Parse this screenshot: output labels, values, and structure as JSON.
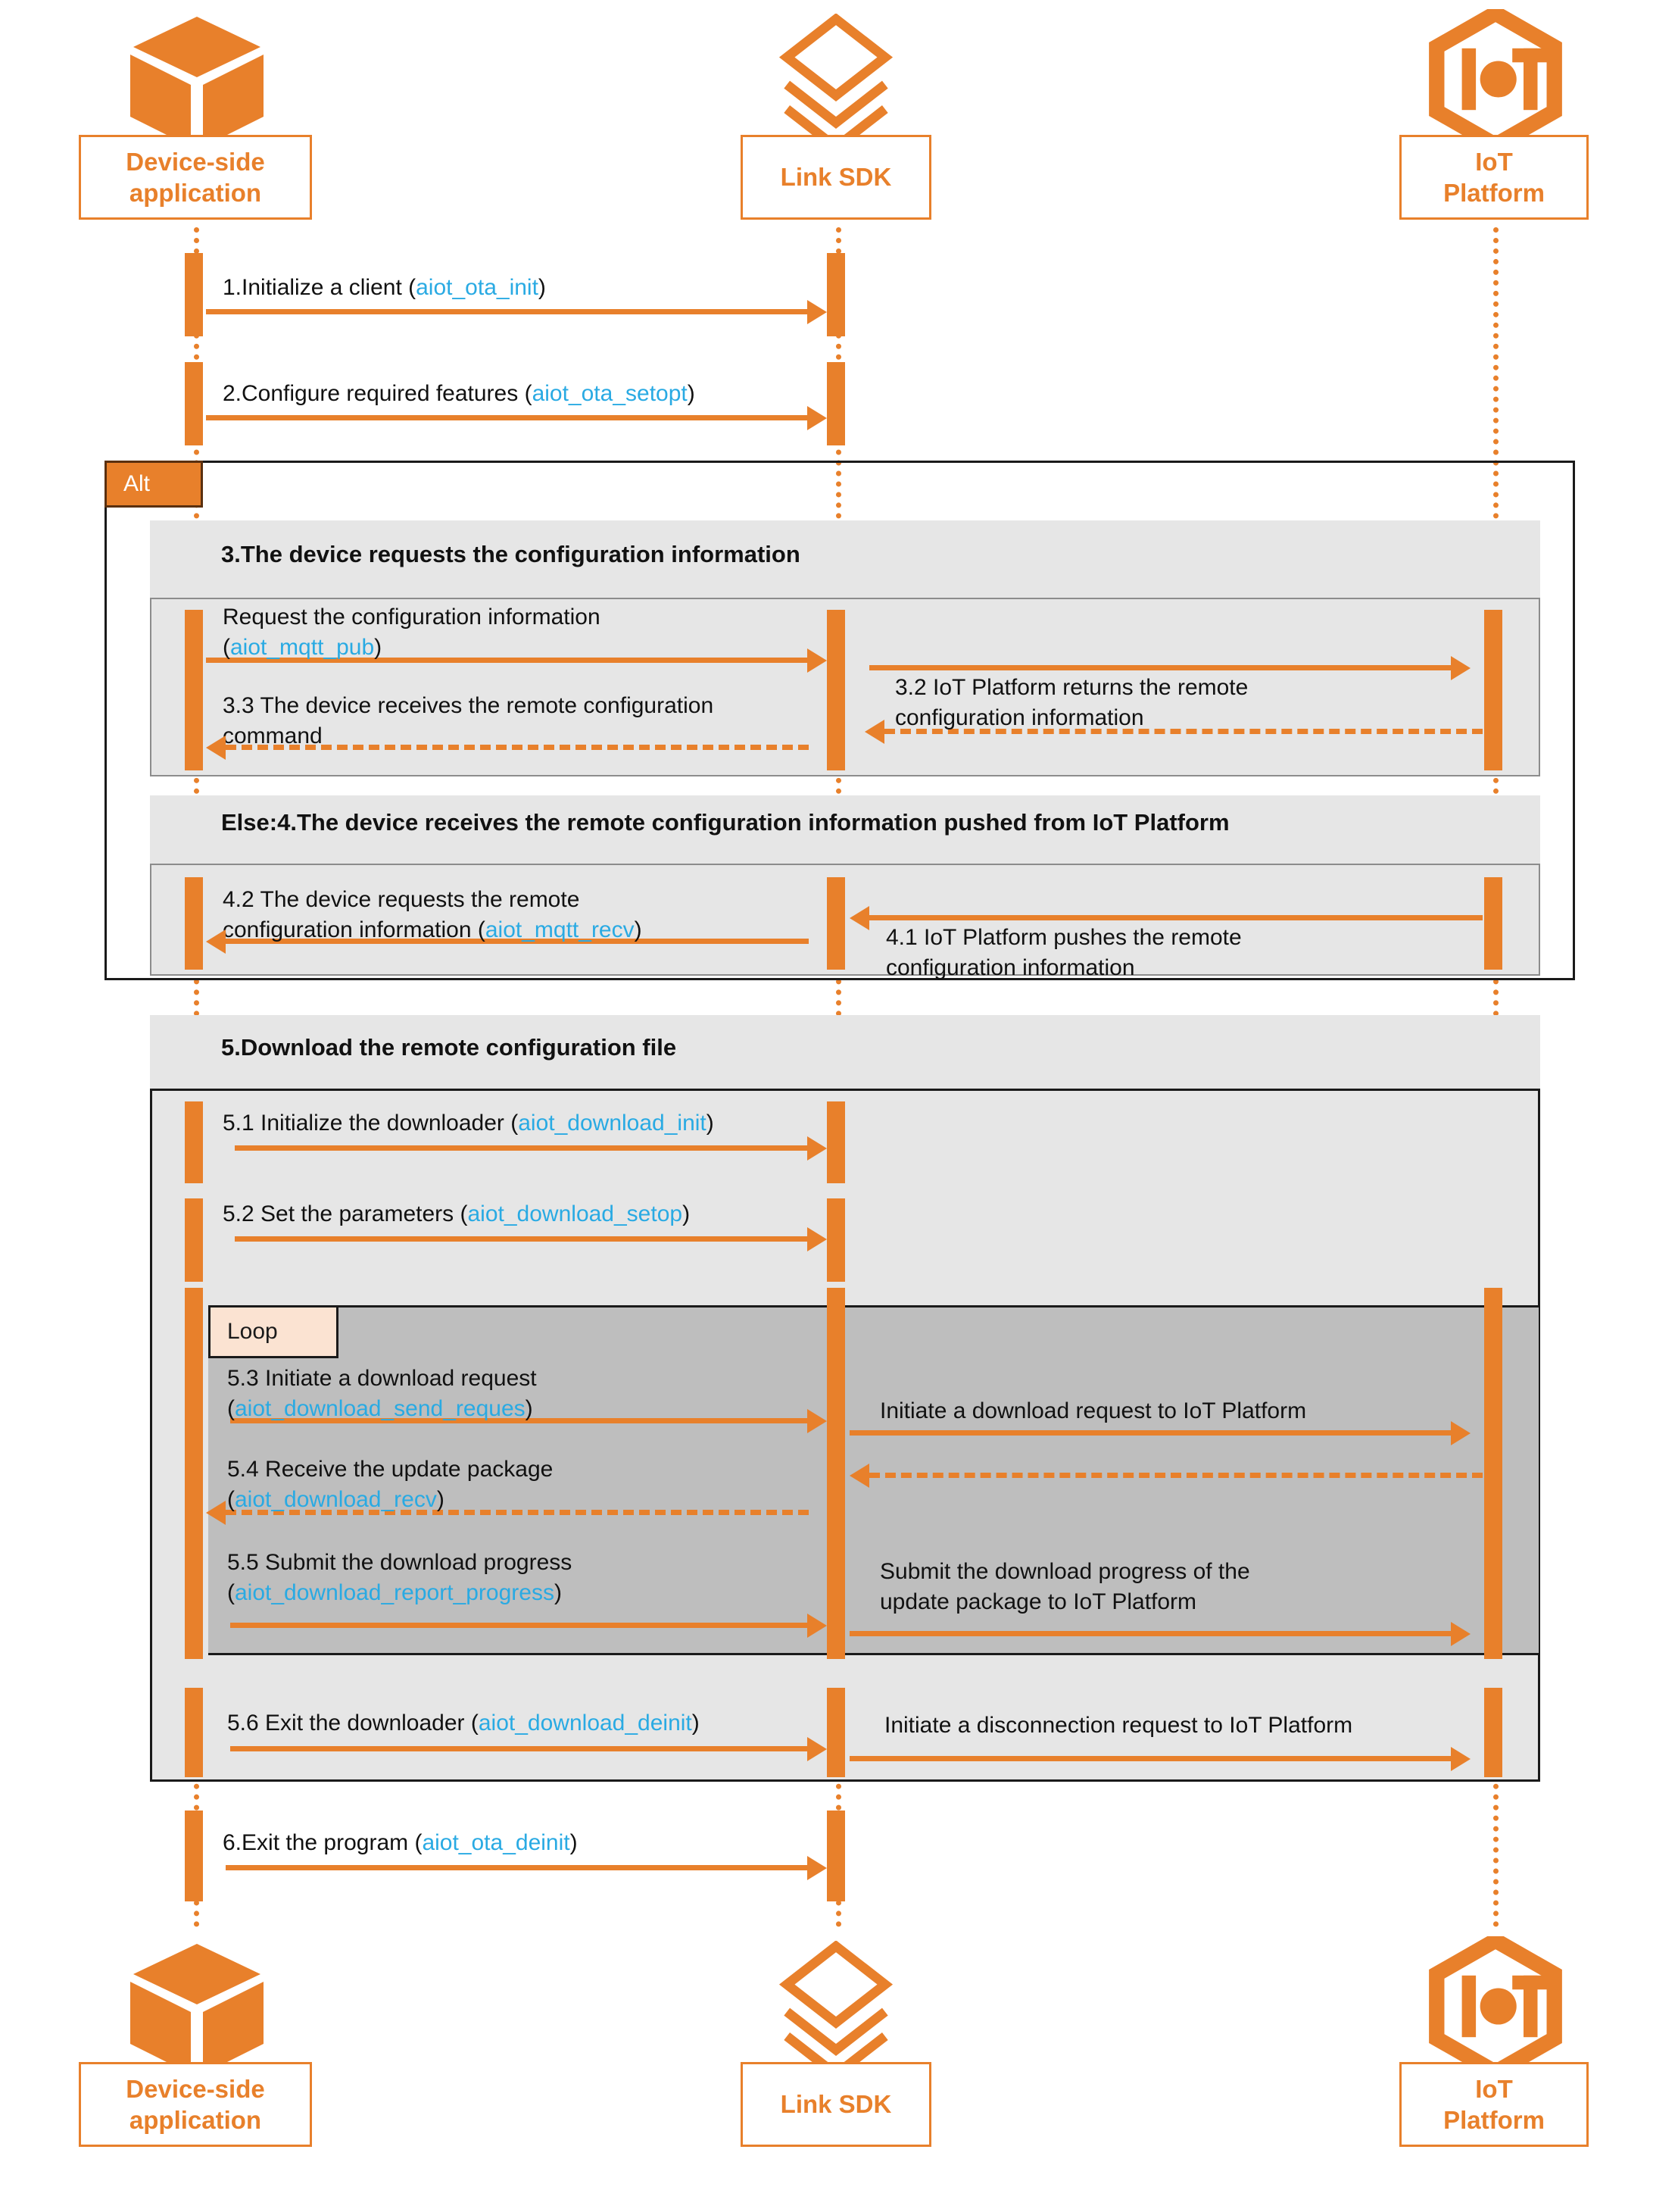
{
  "diagram": {
    "title": "IoT remote configuration OTA sequence diagram",
    "accent_color": "#E8802B",
    "function_color": "#29AAE3",
    "panel_color": "#E6E6E6",
    "loop_panel_color": "#BEBEBE",
    "loop_label_bg": "#FBE3D2"
  },
  "actors": [
    {
      "id": "device",
      "label": "Device-side\napplication",
      "line1": "Device-side",
      "line2": "application",
      "icon": "cube-icon"
    },
    {
      "id": "sdk",
      "label": "Link SDK",
      "line1": "Link SDK",
      "line2": "",
      "icon": "layers-icon"
    },
    {
      "id": "platform",
      "label": "IoT\nPlatform",
      "line1": "IoT",
      "line2": "Platform",
      "icon": "iot-hexagon-icon"
    }
  ],
  "messages": {
    "m1": {
      "text_prefix": "1.Initialize a client (",
      "fn": "aiot_ota_init",
      "text_suffix": ")"
    },
    "m2": {
      "text_prefix": "2.Configure required features (",
      "fn": "aiot_ota_setopt",
      "text_suffix": ")"
    },
    "m3_1_line1": {
      "text": "Request the configuration information"
    },
    "m3_1_line2": {
      "text_prefix": "(",
      "fn": "aiot_mqtt_pub",
      "text_suffix": ")"
    },
    "m3_2_line1": {
      "text": "3.2 IoT Platform returns the remote"
    },
    "m3_2_line2": {
      "text": "configuration information"
    },
    "m3_3_line1": {
      "text": "3.3 The device receives the remote configuration"
    },
    "m3_3_line2": {
      "text": "command"
    },
    "m4_1_line1": {
      "text": "4.1 IoT Platform pushes the remote"
    },
    "m4_1_line2": {
      "text": "configuration information"
    },
    "m4_2_line1": {
      "text": "4.2 The device requests the remote"
    },
    "m4_2_line2": {
      "text_prefix": "configuration information (",
      "fn": "aiot_mqtt_recv",
      "text_suffix": ")"
    },
    "m5_1": {
      "text_prefix": "5.1 Initialize the downloader (",
      "fn": "aiot_download_init",
      "text_suffix": ")"
    },
    "m5_2": {
      "text_prefix": "5.2 Set the parameters (",
      "fn": "aiot_download_setop",
      "text_suffix": ")"
    },
    "m5_3_line1": {
      "text": "5.3 Initiate a download request"
    },
    "m5_3_line2": {
      "text_prefix": "(",
      "fn": "aiot_download_send_reques",
      "text_suffix": ")"
    },
    "m5_3_right": {
      "text": "Initiate a download request to IoT Platform"
    },
    "m5_4_line1": {
      "text": "5.4 Receive the update package"
    },
    "m5_4_line2": {
      "text_prefix": "(",
      "fn": "aiot_download_recv",
      "text_suffix": ")"
    },
    "m5_5_line1": {
      "text": "5.5 Submit the download progress"
    },
    "m5_5_line2": {
      "text_prefix": "(",
      "fn": "aiot_download_report_progress",
      "text_suffix": ")"
    },
    "m5_5_right_line1": {
      "text": "Submit the download progress of the"
    },
    "m5_5_right_line2": {
      "text": "update package to IoT Platform"
    },
    "m5_6": {
      "text_prefix": "5.6 Exit the downloader (",
      "fn": "aiot_download_deinit",
      "text_suffix": ")"
    },
    "m5_6_right": {
      "text": "Initiate a disconnection request to IoT Platform"
    },
    "m6": {
      "text_prefix": "6.Exit the program (",
      "fn": "aiot_ota_deinit",
      "text_suffix": ")"
    }
  },
  "fragments": {
    "alt_label": "Alt",
    "loop_label": "Loop",
    "alt_branch_1_title": "3.The device requests the configuration information",
    "alt_branch_2_title": "Else:4.The device receives the remote configuration information pushed from IoT Platform",
    "section_5_title": "5.Download the remote configuration file"
  }
}
